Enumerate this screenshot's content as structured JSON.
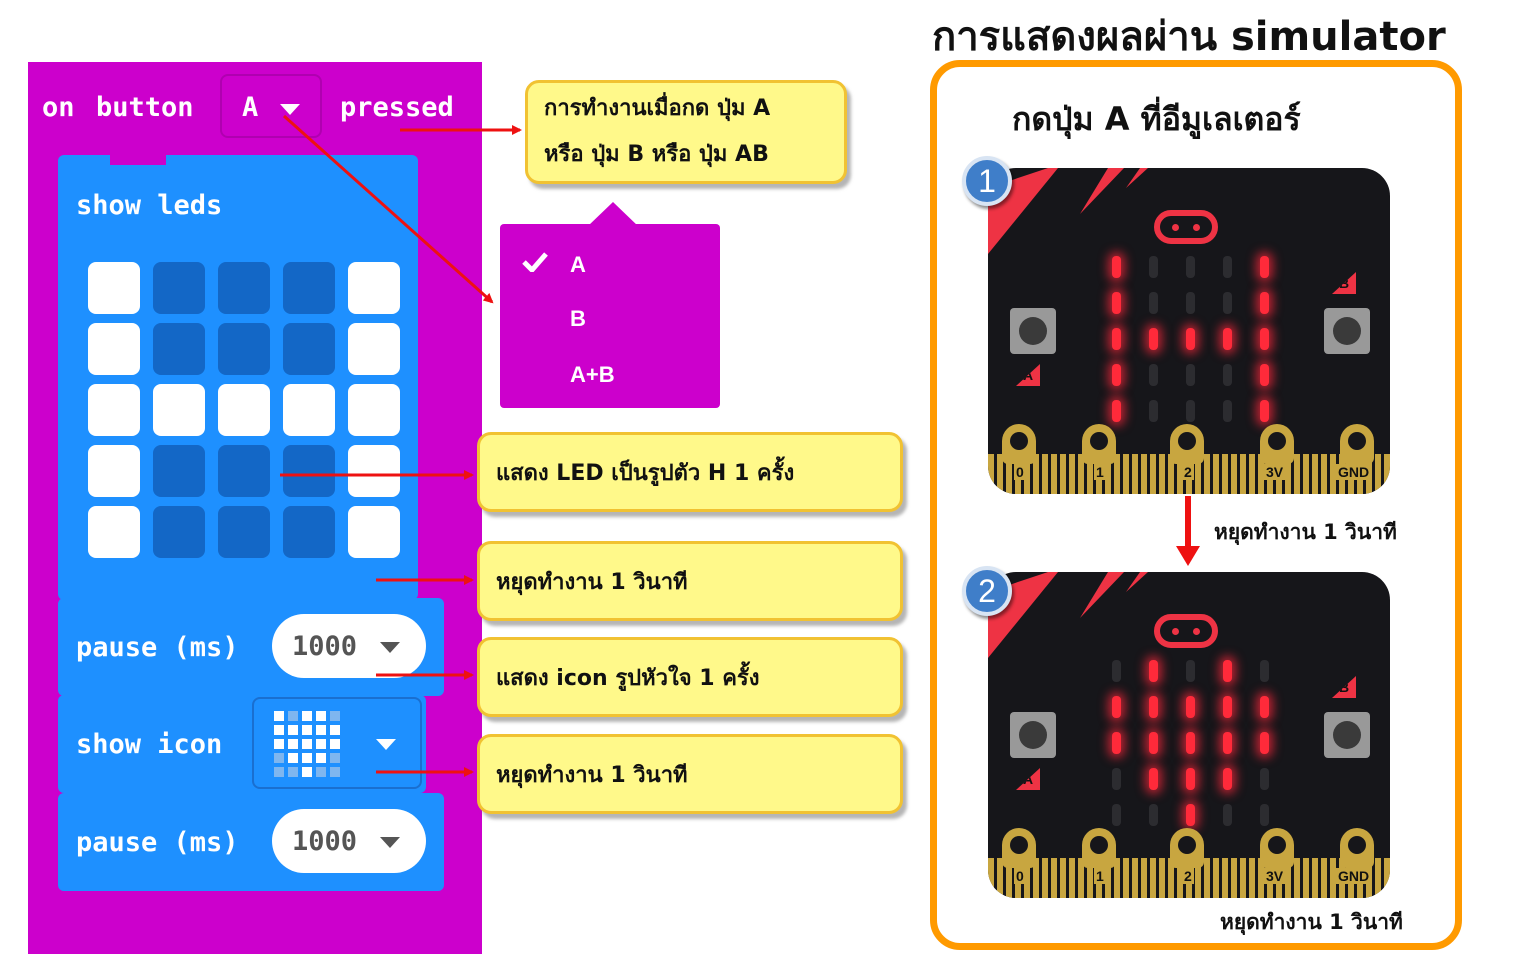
{
  "page": {
    "title": "การแสดงผลผ่าน simulator"
  },
  "code_blocks": {
    "event": {
      "on": "on",
      "button": "button",
      "selected": "A",
      "pressed": "pressed"
    },
    "show_leds": {
      "label": "show leds",
      "grid": [
        [
          1,
          0,
          0,
          0,
          1
        ],
        [
          1,
          0,
          0,
          0,
          1
        ],
        [
          1,
          1,
          1,
          1,
          1
        ],
        [
          1,
          0,
          0,
          0,
          1
        ],
        [
          1,
          0,
          0,
          0,
          1
        ]
      ]
    },
    "pause1": {
      "label": "pause (ms)",
      "value": "1000"
    },
    "show_icon": {
      "label": "show icon",
      "icon": "heart-icon"
    },
    "pause2": {
      "label": "pause (ms)",
      "value": "1000"
    }
  },
  "dropdown_menu": {
    "items": [
      "A",
      "B",
      "A+B"
    ],
    "checked": "A"
  },
  "callouts": {
    "event": {
      "line1": "การทำงานเมื่อกด ปุ่ม A",
      "line2": "หรือ ปุ่ม B หรือ ปุ่ม AB"
    },
    "show_leds": "แสดง LED เป็นรูปตัว H 1 ครั้ง",
    "pause1": "หยุดทำงาน 1 วินาที",
    "show_icon": "แสดง icon รูปหัวใจ 1 ครั้ง",
    "pause2": "หยุดทำงาน 1 วินาที"
  },
  "simulator": {
    "heading": "กดปุ่ม A ที่อีมูเลเตอร์",
    "pause_label_between": "หยุดทำงาน 1 วินาที",
    "pause_label_bottom": "หยุดทำงาน 1 วินาที",
    "boards": [
      {
        "step": "1",
        "leds": [
          [
            1,
            0,
            0,
            0,
            1
          ],
          [
            1,
            0,
            0,
            0,
            1
          ],
          [
            1,
            1,
            1,
            1,
            1
          ],
          [
            1,
            0,
            0,
            0,
            1
          ],
          [
            1,
            0,
            0,
            0,
            1
          ]
        ]
      },
      {
        "step": "2",
        "leds": [
          [
            0,
            1,
            0,
            1,
            0
          ],
          [
            1,
            1,
            1,
            1,
            1
          ],
          [
            1,
            1,
            1,
            1,
            1
          ],
          [
            0,
            1,
            1,
            1,
            0
          ],
          [
            0,
            0,
            1,
            0,
            0
          ]
        ]
      }
    ],
    "button_a": "A",
    "button_b": "B",
    "pins": [
      "0",
      "1",
      "2",
      "3V",
      "GND"
    ]
  },
  "colors": {
    "event_block": "#cc00cc",
    "block_blue": "#1e90ff",
    "callout_fill": "#fff98a",
    "panel_border": "#ff9a00",
    "arrow": "#ee1111",
    "led_red": "#ff2a3a",
    "badge": "#3f7ec9"
  }
}
